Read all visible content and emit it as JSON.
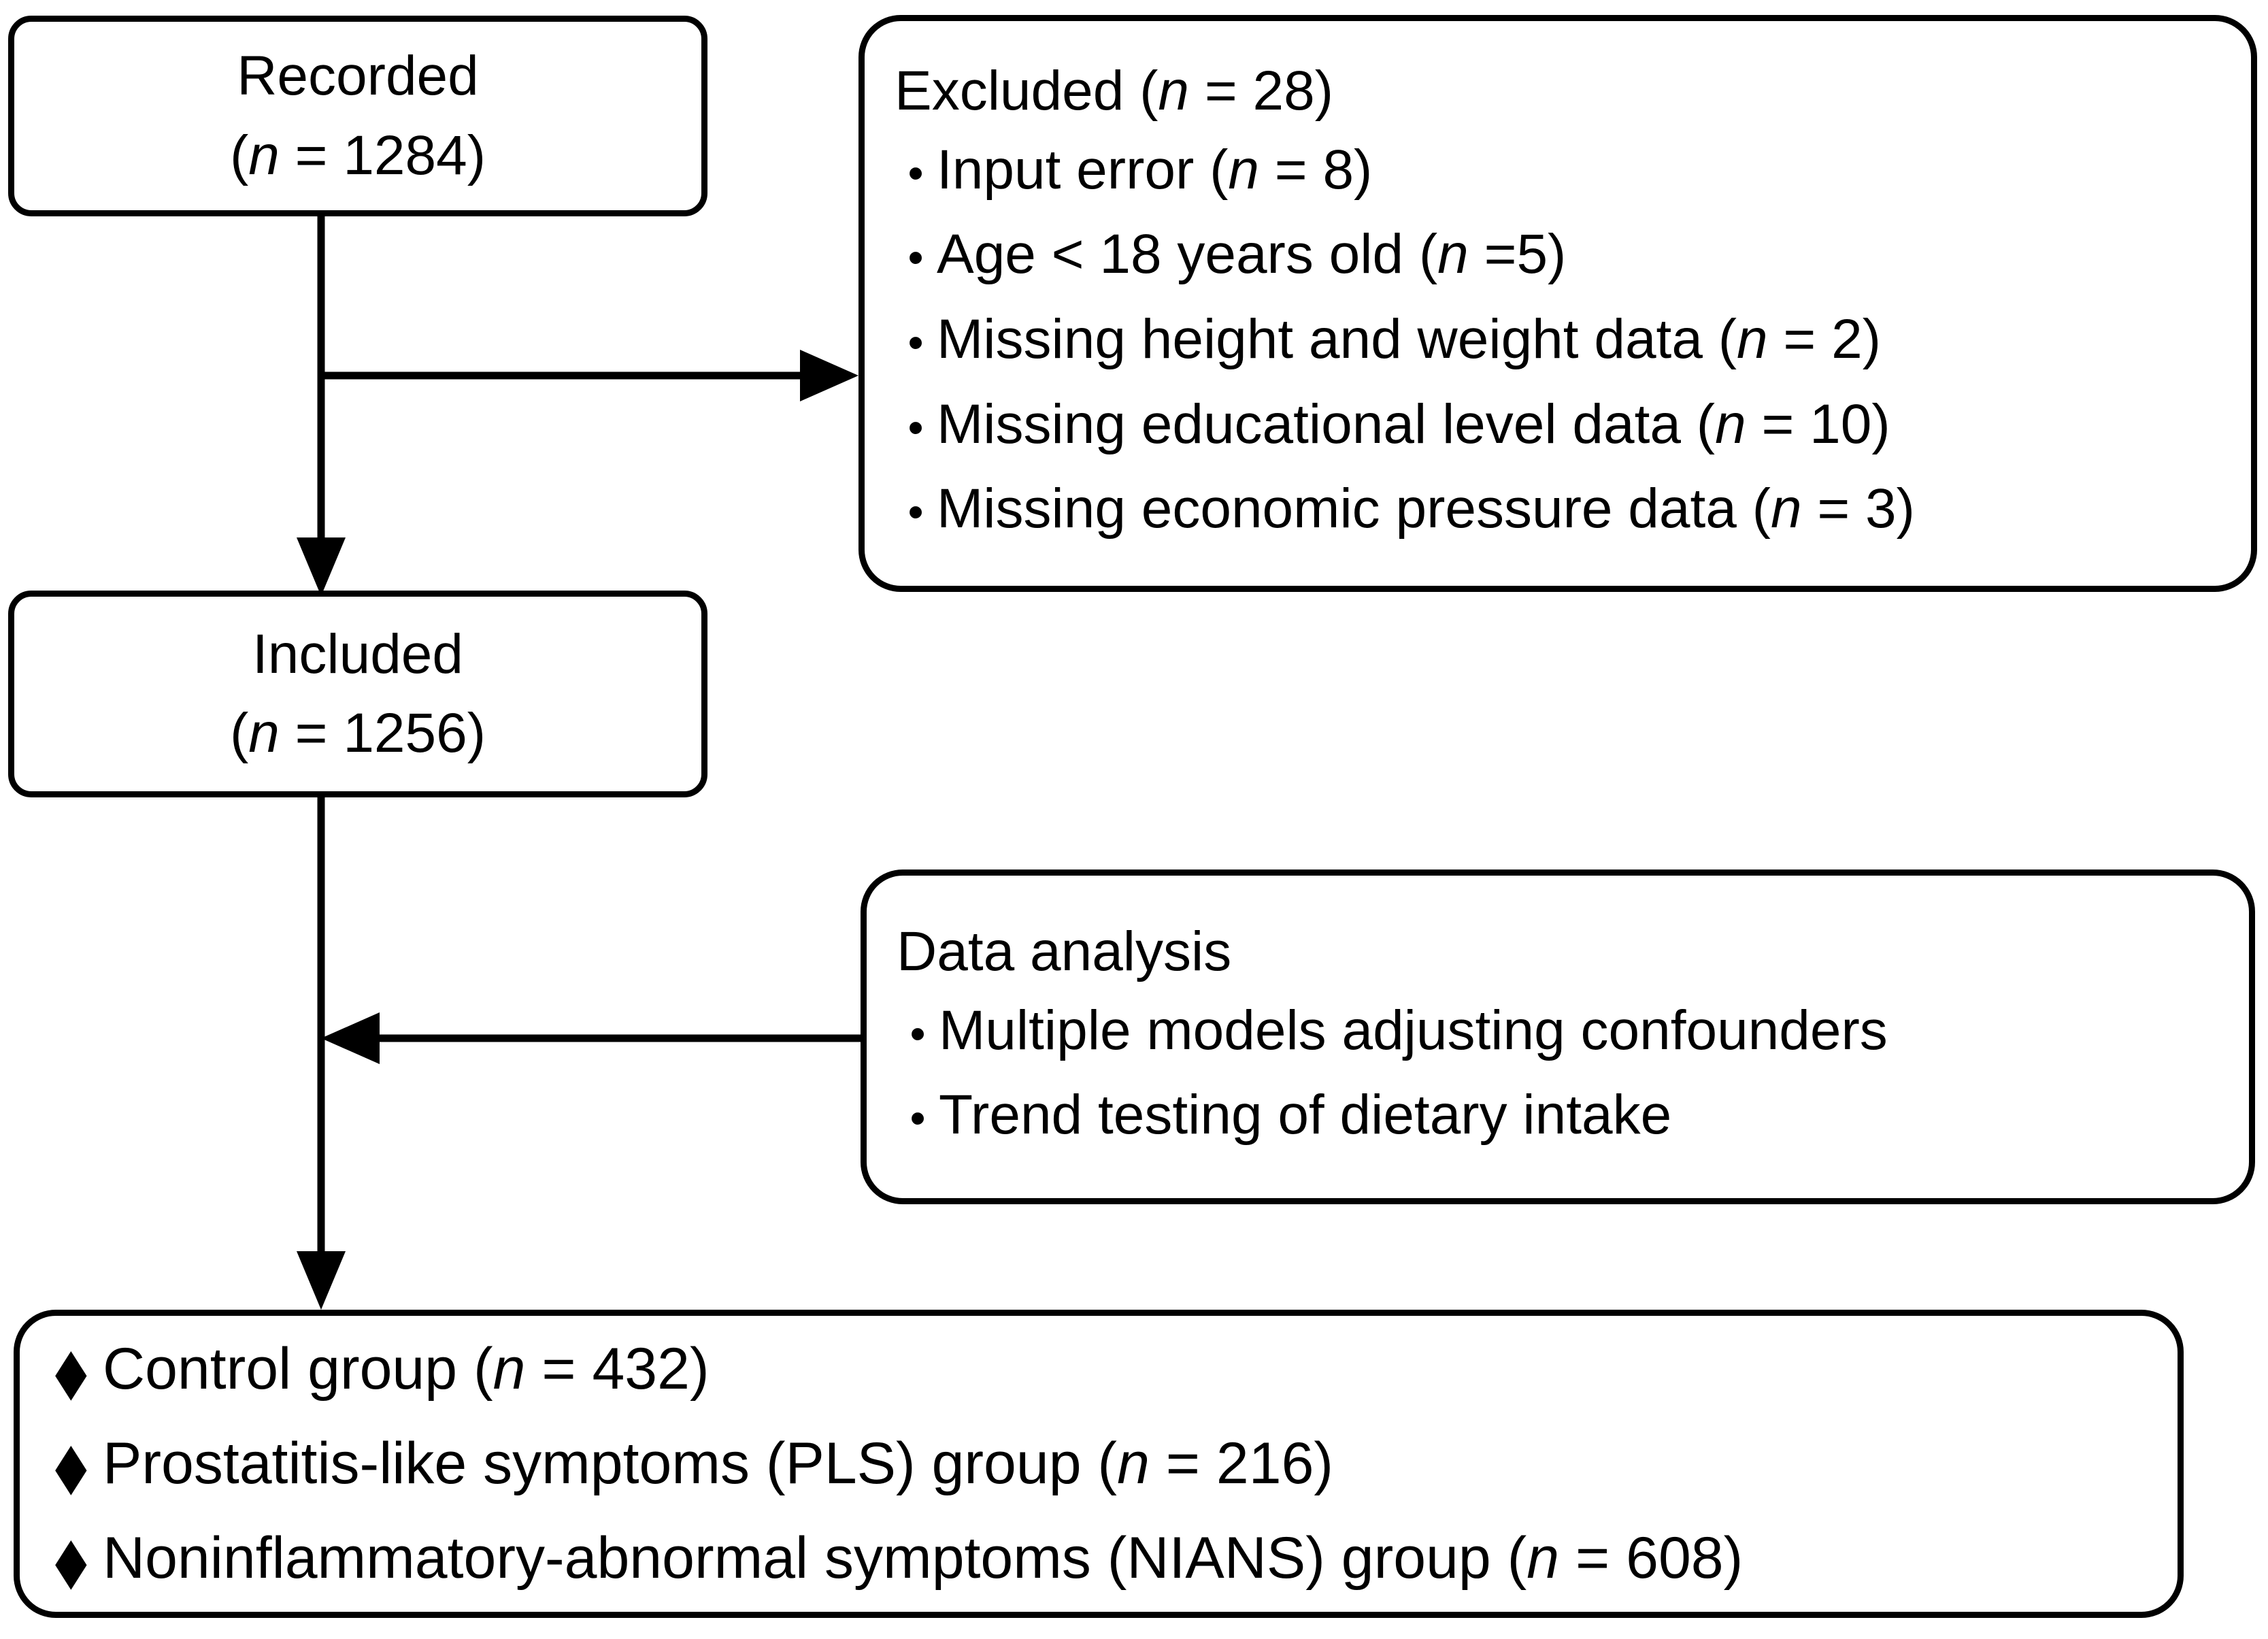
{
  "diagram": {
    "type": "flowchart",
    "title": "Study participant flow diagram",
    "stroke_color": "#000000",
    "background_color": "#ffffff"
  },
  "recorded": {
    "label": "Recorded",
    "count_prefix": "(",
    "count_var": "n",
    "count_eq": " = ",
    "count_value": "1284",
    "count_suffix": ")"
  },
  "excluded": {
    "heading_before": "Excluded (",
    "heading_var": "n",
    "heading_after": " = 28)",
    "bullet_glyph": "•",
    "items": [
      {
        "before": "Input error (",
        "var": "n",
        "after": " = 8)"
      },
      {
        "before": "Age < 18 years old (",
        "var": "n",
        "after": " =5)"
      },
      {
        "before": "Missing height and weight data (",
        "var": "n",
        "after": " = 2)"
      },
      {
        "before": "Missing educational level data (",
        "var": "n",
        "after": " = 10)"
      },
      {
        "before": "Missing economic pressure data (",
        "var": "n",
        "after": " = 3)"
      }
    ]
  },
  "included": {
    "label": "Included",
    "count_prefix": "(",
    "count_var": "n",
    "count_eq": " = ",
    "count_value": "1256",
    "count_suffix": ")"
  },
  "data_analysis": {
    "heading": "Data analysis",
    "bullet_glyph": "•",
    "items": [
      {
        "text": "Multiple models adjusting confounders"
      },
      {
        "text": "Trend testing of dietary intake"
      }
    ]
  },
  "groups": {
    "bullet_glyph": "◆",
    "items": [
      {
        "before": "Control group (",
        "var": "n",
        "after": " = 432)"
      },
      {
        "before": "Prostatitis-like symptoms (PLS) group (",
        "var": "n",
        "after": " = 216)"
      },
      {
        "before": "Noninflammatory-abnormal symptoms (NIANS) group (",
        "var": "n",
        "after": " = 608)"
      }
    ]
  },
  "connectors": [
    {
      "name": "recorded-to-included",
      "direction": "down"
    },
    {
      "name": "recorded-to-excluded",
      "direction": "right"
    },
    {
      "name": "data-analysis-to-main",
      "direction": "left"
    },
    {
      "name": "included-to-groups",
      "direction": "down"
    }
  ]
}
